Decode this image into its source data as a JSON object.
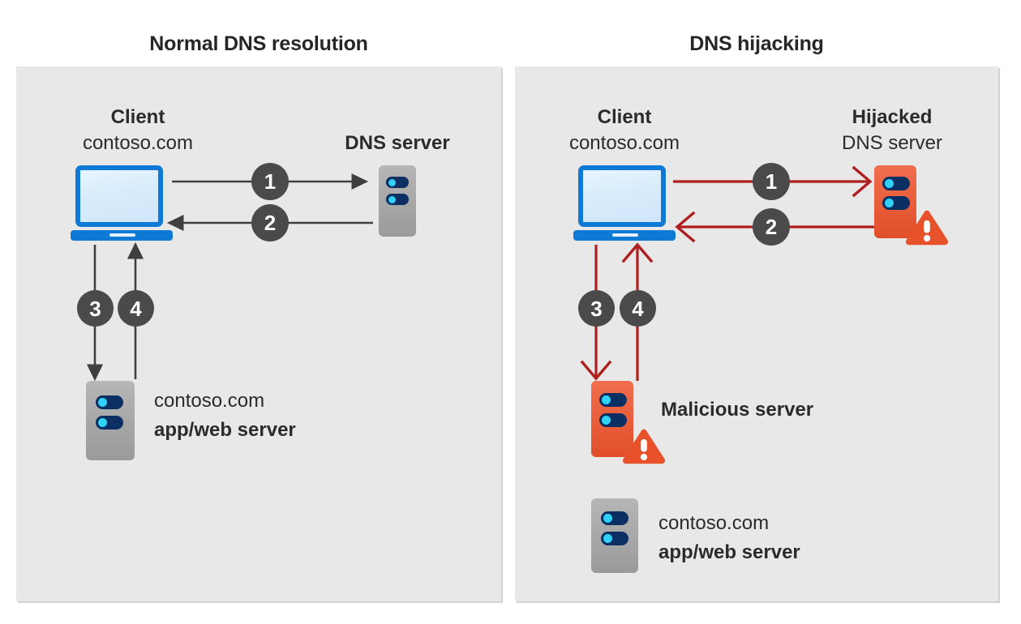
{
  "diagram": {
    "title_left": "Normal DNS resolution",
    "title_right": "DNS hijacking",
    "colors": {
      "panel_background": "#e8e8e8",
      "page_background": "#ffffff",
      "arrow_normal": "#3f3f3f",
      "arrow_hijack": "#b01f1f",
      "badge": "#4a4a4a",
      "badge_text": "#ffffff",
      "laptop_blue": "#0f7ad6",
      "server_gray": "#9a9a9a",
      "server_red": "#e8522b",
      "server_pill": "#0b2e63",
      "server_dot": "#2fd2f5",
      "text": "#262626"
    }
  },
  "left_panel": {
    "name": "Normal DNS resolution",
    "client": {
      "title": "Client",
      "subtitle": "contoso.com",
      "icon": "laptop-icon"
    },
    "dns_server": {
      "title": "DNS server",
      "subtitle": "",
      "icon": "server-icon"
    },
    "app_server": {
      "line1": "contoso.com",
      "line2": "app/web server",
      "icon": "server-icon"
    },
    "steps": [
      {
        "number": "1",
        "from": "client",
        "to": "dns-server",
        "direction": "right"
      },
      {
        "number": "2",
        "from": "dns-server",
        "to": "client",
        "direction": "left"
      },
      {
        "number": "3",
        "from": "client",
        "to": "app-server",
        "direction": "down"
      },
      {
        "number": "4",
        "from": "app-server",
        "to": "client",
        "direction": "up"
      }
    ]
  },
  "right_panel": {
    "name": "DNS hijacking",
    "client": {
      "title": "Client",
      "subtitle": "contoso.com",
      "icon": "laptop-icon"
    },
    "hijacked_dns_server": {
      "title": "Hijacked",
      "subtitle": "DNS server",
      "icon": "server-icon",
      "badge_icon": "warning-triangle-icon"
    },
    "malicious_server": {
      "label": "Malicious server",
      "icon": "server-icon",
      "badge_icon": "warning-triangle-icon"
    },
    "app_server": {
      "line1": "contoso.com",
      "line2": "app/web server",
      "icon": "server-icon"
    },
    "steps": [
      {
        "number": "1",
        "from": "client",
        "to": "hijacked-dns-server",
        "direction": "right"
      },
      {
        "number": "2",
        "from": "hijacked-dns-server",
        "to": "client",
        "direction": "left"
      },
      {
        "number": "3",
        "from": "client",
        "to": "malicious-server",
        "direction": "down"
      },
      {
        "number": "4",
        "from": "malicious-server",
        "to": "client",
        "direction": "up"
      }
    ]
  }
}
